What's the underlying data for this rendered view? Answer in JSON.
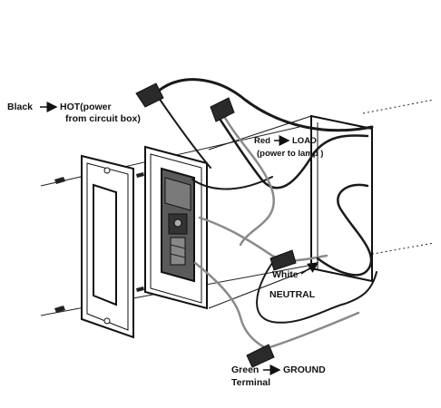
{
  "diagram": {
    "labels": {
      "black_hot": "Black",
      "black_hot_target": "HOT(power",
      "black_hot_line2": "from circuit box)",
      "red_load": "Red",
      "red_load_target": "LOAD",
      "red_load_line2": "(power to lamp )",
      "white_neutral": "White",
      "white_neutral_line2": "NEUTRAL",
      "green_ground": "Green",
      "green_ground_target": "GROUND",
      "green_ground_line2": "Terminal"
    },
    "colors": {
      "ink": "#111111",
      "wire_dark": "#1a1a1a",
      "wire_gray": "#8a8a8a",
      "device": "#4a4a4a",
      "paper": "#ffffff"
    },
    "icons": {
      "arrow": "arrow-right-icon",
      "wire_nut": "wire-nut-icon",
      "screw": "screw-icon"
    }
  }
}
